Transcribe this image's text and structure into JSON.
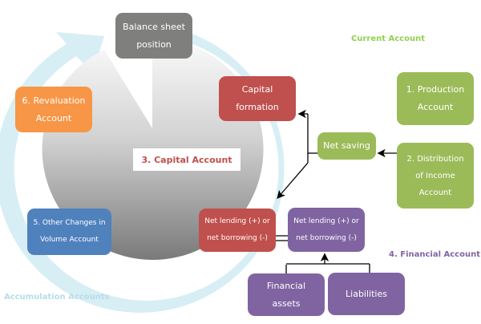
{
  "colors": {
    "gray_box": "#7f7f7d",
    "orange": "#f79646",
    "red": "#c0504d",
    "green": "#9bbb59",
    "blue": "#4f81bd",
    "purple": "#8064a2",
    "ring": "#d7eef5",
    "connector": "#000000"
  },
  "section_labels": {
    "current_account": "Current Account",
    "financial_account": "4. Financial Account",
    "accumulation_accounts": "Accumulation Accounts",
    "capital_account": "3. Capital Account"
  },
  "nodes": {
    "balance_sheet": [
      "Balance sheet",
      "position"
    ],
    "revaluation": [
      "6. Revaluation",
      "Account"
    ],
    "capital_formation": [
      "Capital",
      "formation"
    ],
    "production": [
      "1. Production",
      "Account"
    ],
    "net_saving": [
      "Net saving"
    ],
    "distribution_income": [
      "2. Distribution",
      "of Income",
      "Account"
    ],
    "other_changes": [
      "5. Other Changes in",
      "Volume Account"
    ],
    "net_lending_capital": [
      "Net lending (+) or",
      "net borrowing (-)"
    ],
    "net_lending_financial": [
      "Net lending (+) or",
      "net borrowing (-)"
    ],
    "financial_assets": [
      "Financial",
      "assets"
    ],
    "liabilities": [
      "Liabilities"
    ]
  },
  "edges": [
    {
      "from": "distribution_income",
      "to": "net_saving"
    },
    {
      "from": "net_saving",
      "to": "capital_formation"
    },
    {
      "from": "net_saving",
      "to": "net_lending_capital"
    },
    {
      "from": "net_lending_capital",
      "to": "net_lending_financial",
      "style": "double-line"
    },
    {
      "from": "financial_assets",
      "to": "net_lending_financial"
    },
    {
      "from": "liabilities",
      "to": "net_lending_financial"
    }
  ]
}
